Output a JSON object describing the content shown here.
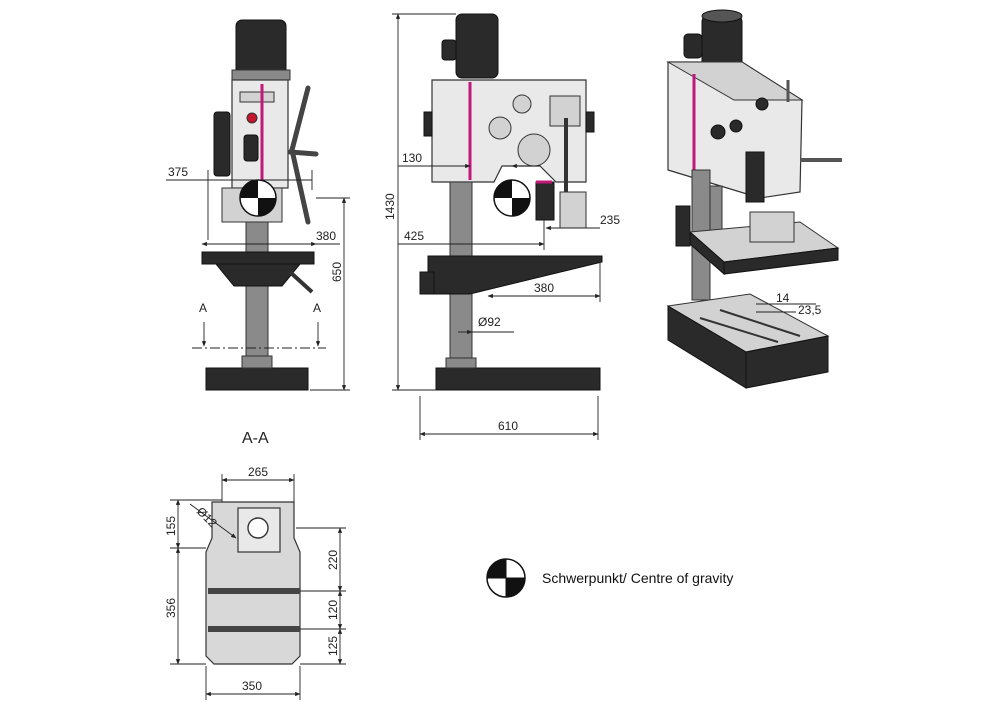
{
  "dimensions": {
    "front": {
      "d375": "375",
      "d380": "380",
      "d650": "650",
      "sectionA": "A"
    },
    "side": {
      "d1430": "1430",
      "d130": "130",
      "d425": "425",
      "d235": "235",
      "d380": "380",
      "d92": "Ø92",
      "d610": "610"
    },
    "iso": {
      "d14": "14",
      "d23_5": "23,5"
    },
    "base": {
      "title": "A-A",
      "d265": "265",
      "d155": "155",
      "d12": "Ø12",
      "d220": "220",
      "d356": "356",
      "d120": "120",
      "d125": "125",
      "d350": "350"
    }
  },
  "legend": {
    "label": "Schwerpunkt/ Centre of gravity"
  },
  "colors": {
    "accent": "#c2187a",
    "line": "#222222",
    "body": "#e9e9e9",
    "dark": "#2a2a2a"
  }
}
